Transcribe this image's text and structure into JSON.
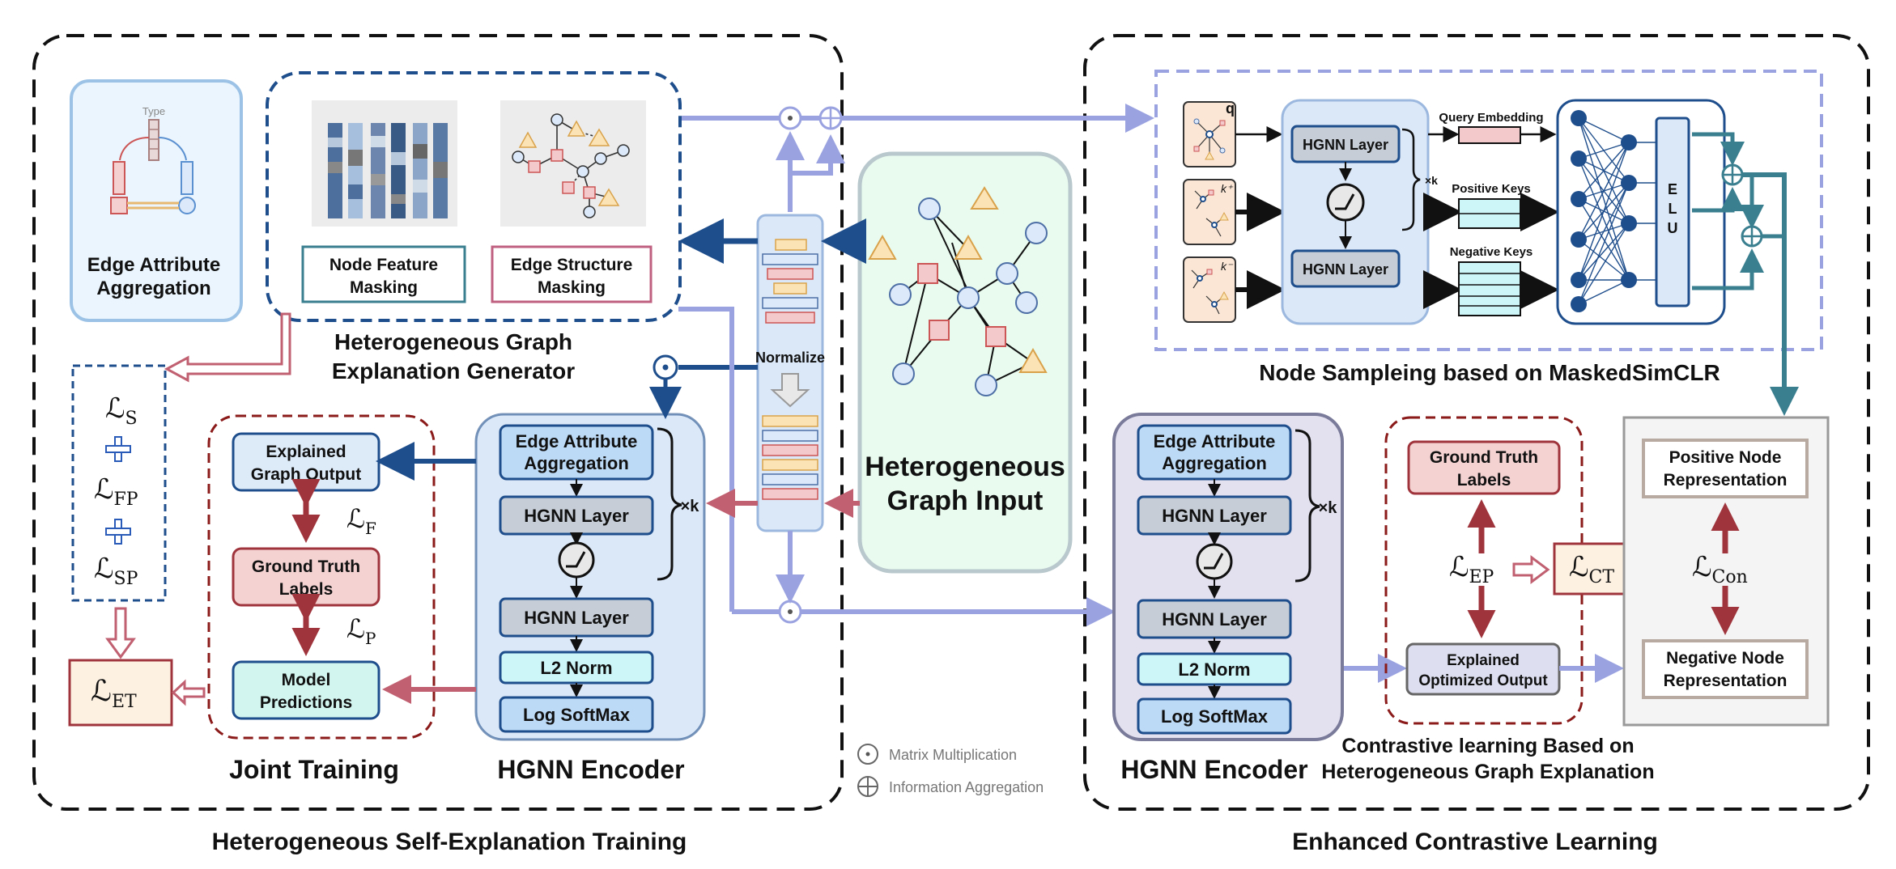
{
  "left_panel": {
    "title": "Heterogeneous Self-Explanation Training",
    "edge_attr_box": {
      "type_label": "Type",
      "label_line1": "Edge Attribute",
      "label_line2": "Aggregation"
    },
    "generator": {
      "title_line1": "Heterogeneous Graph",
      "title_line2": "Explanation Generator",
      "node_feature_line1": "Node Feature",
      "node_feature_line2": "Masking",
      "edge_structure_line1": "Edge Structure",
      "edge_structure_line2": "Masking"
    },
    "losses": {
      "s_main": "ℒ",
      "s_sub": "S",
      "fp_main": "ℒ",
      "fp_sub": "FP",
      "sp_main": "ℒ",
      "sp_sub": "SP",
      "et_main": "ℒ",
      "et_sub": "ET",
      "f_main": "ℒ",
      "f_sub": "F",
      "p_main": "ℒ",
      "p_sub": "P"
    },
    "joint_training": {
      "title": "Joint Training",
      "explained_line1": "Explained",
      "explained_line2": "Graph Output",
      "gt_line1": "Ground Truth",
      "gt_line2": "Labels",
      "pred_line1": "Model",
      "pred_line2": "Predictions"
    },
    "encoder": {
      "title": "HGNN Encoder",
      "edge_attr_line1": "Edge Attribute",
      "edge_attr_line2": "Aggregation",
      "hgnn_layer_1": "HGNN Layer",
      "hgnn_layer_2": "HGNN Layer",
      "l2_norm": "L2 Norm",
      "log_softmax": "Log SoftMax",
      "repeat": "×k"
    },
    "normalize_label": "Normalize"
  },
  "center": {
    "input_line1": "Heterogeneous",
    "input_line2": "Graph Input",
    "legend_matrix": "Matrix Multiplication",
    "legend_aggregation": "Information Aggregation"
  },
  "right_panel": {
    "title": "Enhanced Contrastive Learning",
    "sampling": {
      "title": "Node Sampleing based on MaskedSimCLR",
      "hgnn_layer_1": "HGNN Layer",
      "hgnn_layer_2": "HGNN Layer",
      "repeat": "×k",
      "query_label": "Query Embedding",
      "positive_label": "Positive Keys",
      "negative_label": "Negative Keys",
      "elu_letters": [
        "E",
        "L",
        "U"
      ],
      "q_label": "q",
      "k_pos_label": "k⁺",
      "k_neg_label": "k⁻"
    },
    "encoder": {
      "title": "HGNN Encoder",
      "edge_attr_line1": "Edge Attribute",
      "edge_attr_line2": "Aggregation",
      "hgnn_layer_1": "HGNN Layer",
      "hgnn_layer_2": "HGNN Layer",
      "l2_norm": "L2 Norm",
      "log_softmax": "Log SoftMax",
      "repeat": "×k"
    },
    "contrastive": {
      "title_line1": "Contrastive learning Based on",
      "title_line2": "Heterogeneous Graph Explanation",
      "gt_line1": "Ground Truth",
      "gt_line2": "Labels",
      "explained_line1": "Explained",
      "explained_line2": "Optimized Output",
      "positive_line1": "Positive Node",
      "positive_line2": "Representation",
      "negative_line1": "Negative Node",
      "negative_line2": "Representation",
      "ep_main": "ℒ",
      "ep_sub": "EP",
      "ct_main": "ℒ",
      "ct_sub": "CT",
      "con_main": "ℒ",
      "con_sub": "Con"
    }
  },
  "colors": {
    "dark_blue": "#1f4e8c",
    "light_blue_arrow": "#9aa3e0",
    "red_arrow": "#c06070",
    "dark_red": "#a0343c",
    "teal": "#3a7f8f",
    "green_fill": "#e9fbef",
    "encoder_fill": "#dbe8f8",
    "encoder_fill_right": "#e3e0ef",
    "layer_gray": "#c6cdd6",
    "l2_cyan": "#cdf6f8",
    "softmax_blue": "#bcd9f6"
  }
}
